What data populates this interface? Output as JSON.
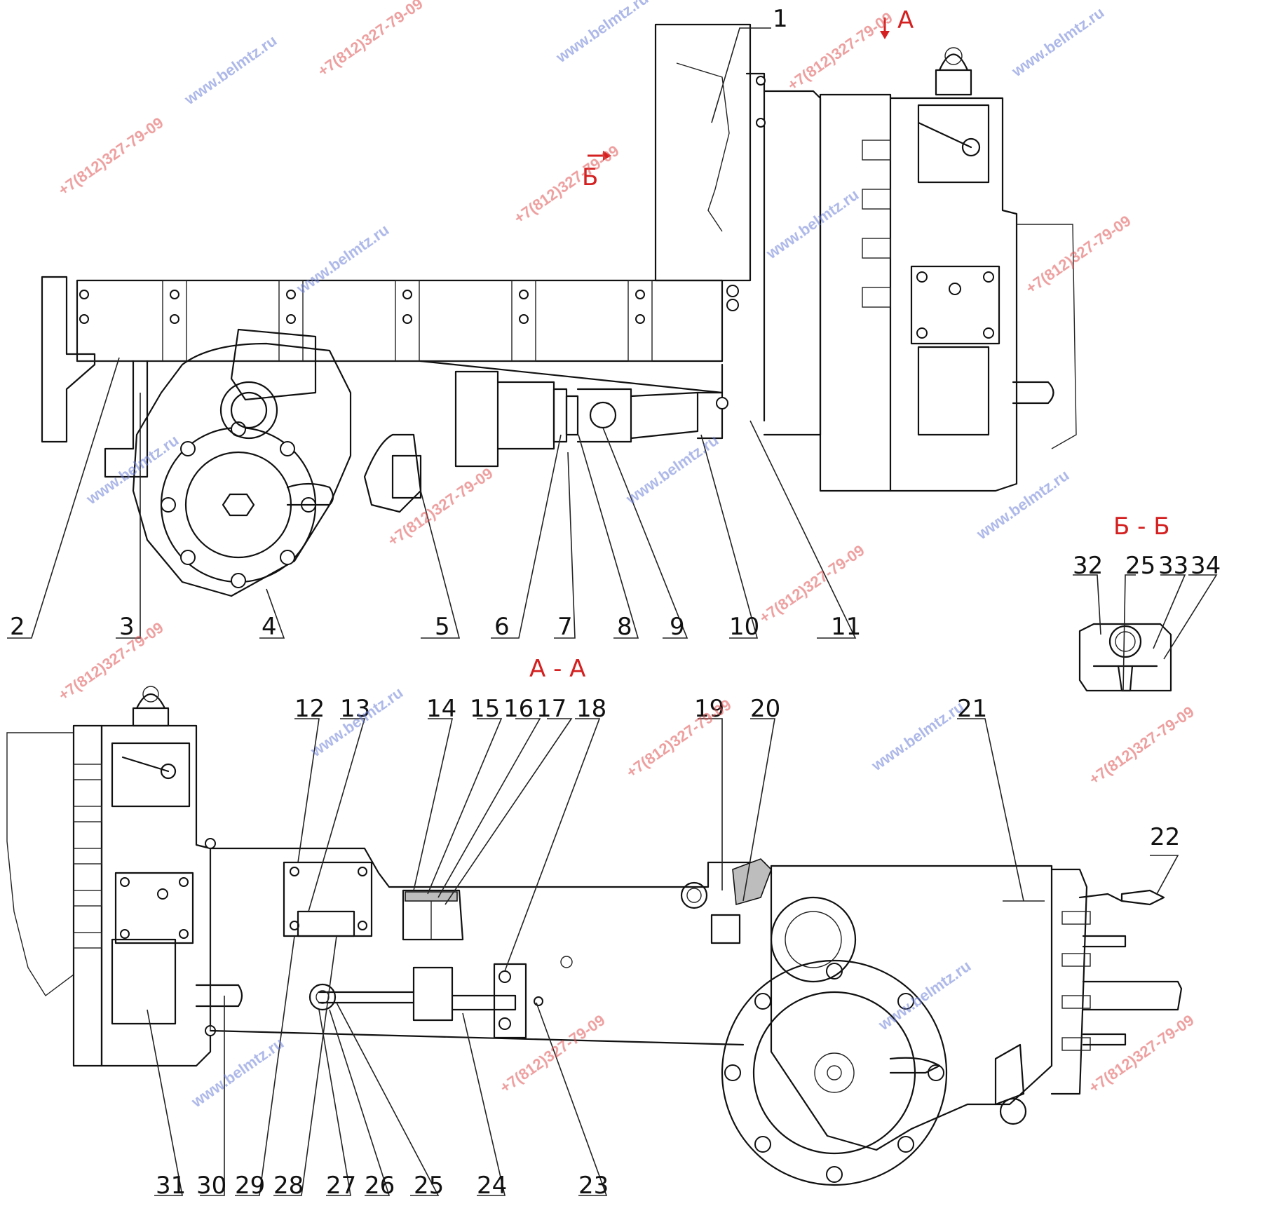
{
  "diagram": {
    "section_labels": {
      "view_a_marker": "А",
      "view_b_marker": "Б",
      "section_aa": "А - А",
      "section_bb": "Б - Б"
    },
    "callouts": [
      "1",
      "2",
      "3",
      "4",
      "5",
      "6",
      "7",
      "8",
      "9",
      "10",
      "11",
      "12",
      "13",
      "14",
      "15",
      "16",
      "17",
      "18",
      "19",
      "20",
      "21",
      "22",
      "23",
      "24",
      "25",
      "26",
      "27",
      "28",
      "29",
      "30",
      "31",
      "32",
      "33",
      "34"
    ],
    "watermarks": [
      "www.belmtz.ru",
      "+7(812)327-79-09"
    ],
    "colors": {
      "line": "#111111",
      "section_text": "#d42020",
      "watermark_blue": "#6a7fd8",
      "watermark_red": "#e05050"
    }
  }
}
